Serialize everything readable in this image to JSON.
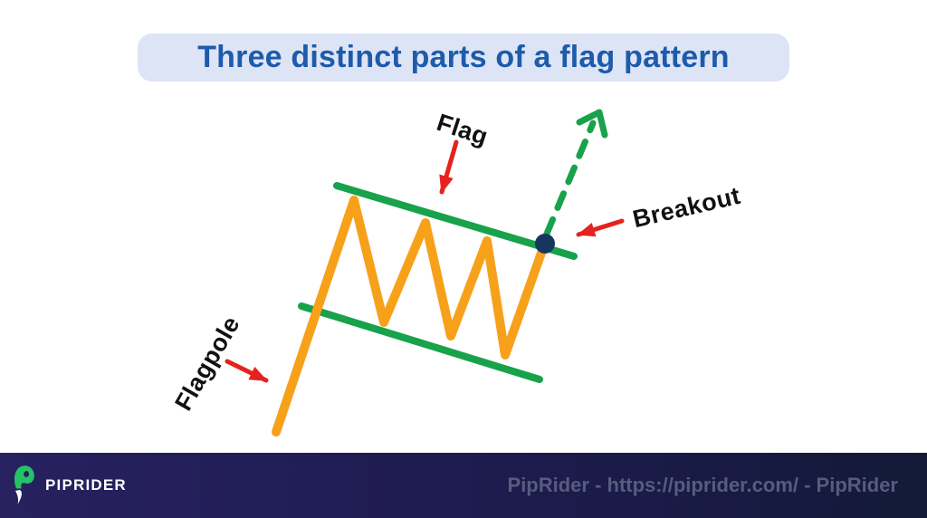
{
  "title": {
    "text": "Three distinct parts of a flag pattern"
  },
  "diagram": {
    "labels": {
      "flag": "Flag",
      "breakout": "Breakout",
      "flagpole": "Flagpole"
    },
    "elements": [
      "flagpole-price-line",
      "flag-upper-trendline",
      "flag-lower-trendline",
      "breakout-point-dot",
      "breakout-projection-dashed-arrow"
    ]
  },
  "footer": {
    "brand": "PIPRIDER",
    "attribution": "PipRider - https://piprider.com/ - PipRider"
  },
  "colors": {
    "title_text": "#1d5bab",
    "title_bg": "#dde4f6",
    "flag_line_green": "#17a24b",
    "price_orange": "#f7a11b",
    "arrow_red": "#e5231e",
    "breakout_dot_navy": "#163660",
    "label_black": "#111111",
    "footer_bg_left": "#272160",
    "footer_bg_mid": "#1d1b4e",
    "footer_bg_right": "#131a38",
    "footer_text": "#575c7e",
    "brand_white": "#ffffff",
    "logo_green": "#27c168"
  }
}
